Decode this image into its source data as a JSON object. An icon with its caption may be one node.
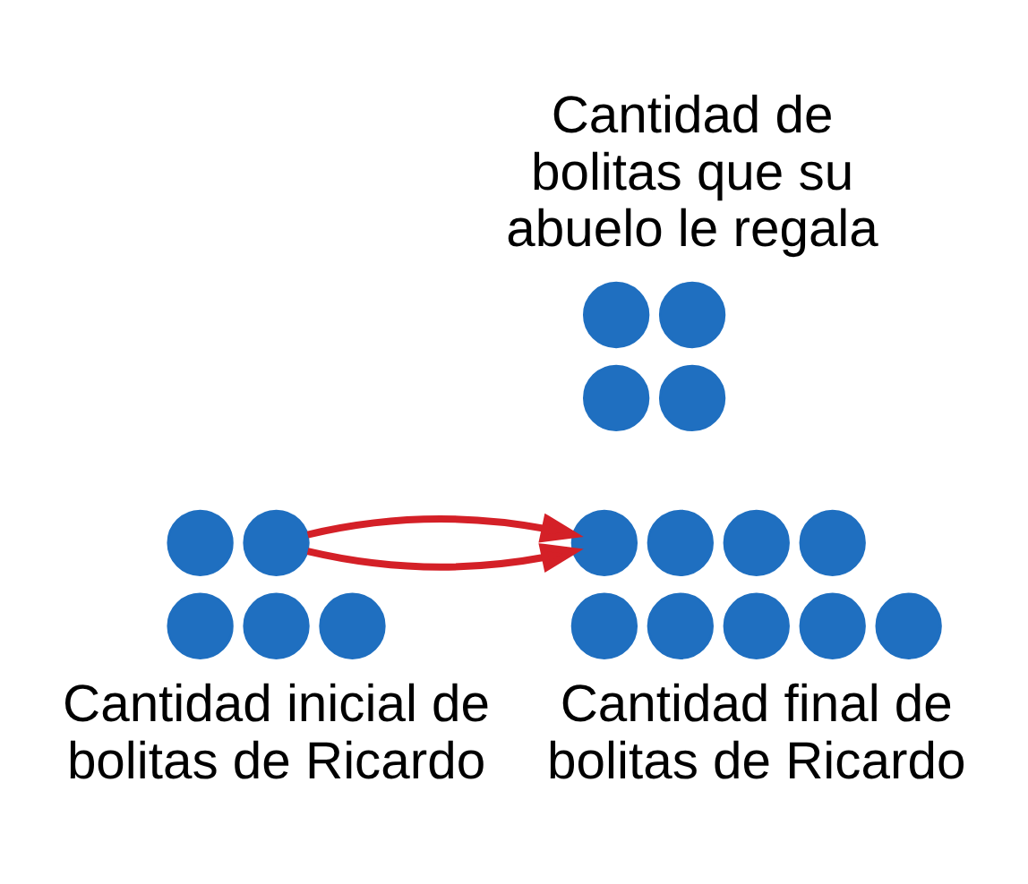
{
  "diagram": {
    "nodes": [
      {
        "text": [
          "Cantidad de bolitas que su abuelo le regala"
        ]
      },
      {
        "text": [],
        "shape": "circle"
      },
      {
        "text": [],
        "shape": "circle"
      },
      {
        "text": [],
        "shape": "circle"
      },
      {
        "text": [],
        "shape": "circle"
      },
      {
        "text": [
          "Cantidad inicial de bolitas de Ricardo"
        ]
      },
      {
        "text": [],
        "shape": "circle"
      },
      {
        "text": [],
        "shape": "circle"
      },
      {
        "text": [],
        "shape": "circle"
      },
      {
        "text": [],
        "shape": "circle"
      },
      {
        "text": [],
        "shape": "circle"
      },
      {
        "text": [
          "Cantidad final de bolitas de Ricardo"
        ]
      },
      {
        "text": [],
        "shape": "circle"
      },
      {
        "text": [],
        "shape": "circle"
      },
      {
        "text": [],
        "shape": "circle"
      },
      {
        "text": [],
        "shape": "circle"
      },
      {
        "text": [],
        "shape": "circle"
      },
      {
        "text": [],
        "shape": "circle"
      },
      {
        "text": [],
        "shape": "circle"
      },
      {
        "text": [],
        "shape": "circle"
      },
      {
        "text": [],
        "shape": "circle"
      }
    ],
    "edges": [
      {
        "from": 7,
        "to": 12,
        "arrow": "to",
        "color": "#d42027"
      }
    ]
  }
}
